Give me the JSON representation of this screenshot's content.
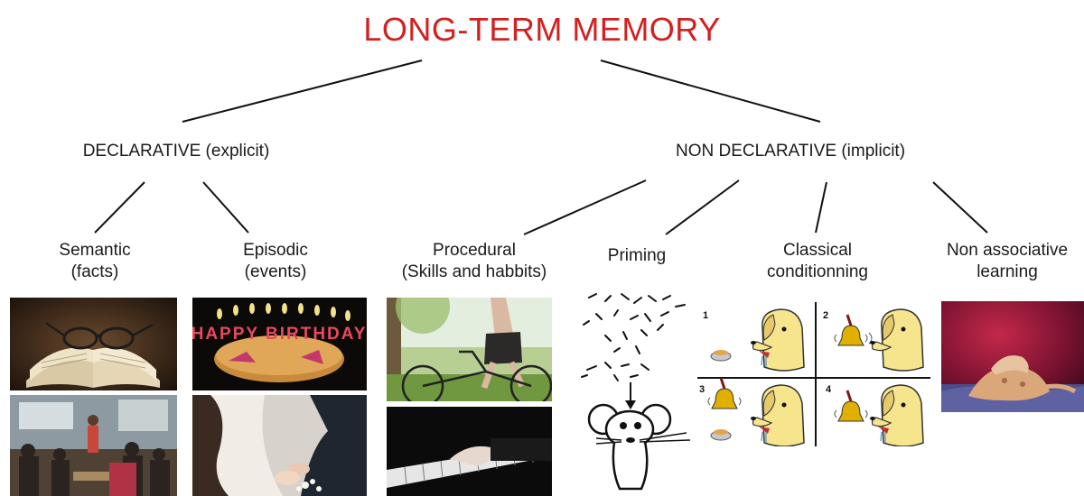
{
  "title": "LONG-TERM MEMORY",
  "declarative": {
    "label": "DECLARATIVE (explicit)",
    "semantic": {
      "line1": "Semantic",
      "line2": "(facts)"
    },
    "episodic": {
      "line1": "Episodic",
      "line2": "(events)"
    }
  },
  "non_declarative": {
    "label": "NON DECLARATIVE (implicit)",
    "procedural": {
      "line1": "Procedural",
      "line2": "(Skills and habbits)"
    },
    "priming": {
      "line1": "Priming"
    },
    "classical": {
      "line1": "Classical",
      "line2": "conditionning"
    },
    "non_associative": {
      "line1": "Non associative",
      "line2": "learning"
    }
  },
  "conditioning_panels": [
    "1",
    "2",
    "3",
    "4"
  ],
  "photo_text": {
    "birthday_candles": "HAPPY BIRTHDAY"
  },
  "colors": {
    "title": "#d32020",
    "text": "#1a1a1a",
    "lines": "#111111",
    "dog": "#f6e58d",
    "bell": "#e0b000"
  }
}
